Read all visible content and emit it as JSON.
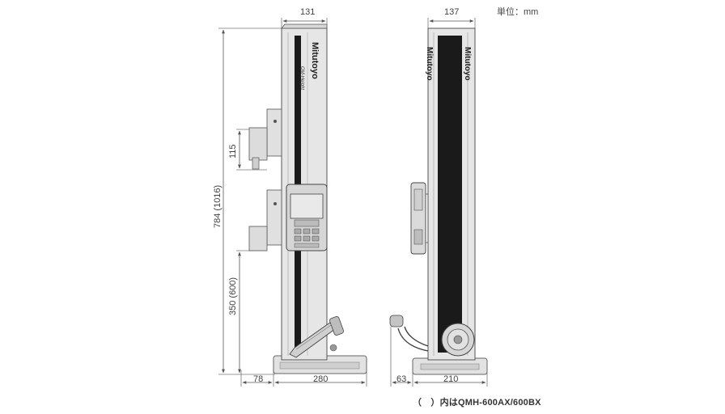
{
  "unit_label": "単位：mm",
  "dimensions": {
    "front_width": "131",
    "side_width": "137",
    "total_height": "784 (1016)",
    "slider_span": "115",
    "lower_height": "350 (600)",
    "front_base_left": "78",
    "front_base_width": "280",
    "side_base_left": "63",
    "side_base_width": "210"
  },
  "brand": "Mitutoyo",
  "model_label": "QM-Height",
  "footnote": "（　）内はQMH-600AX/600BX",
  "colors": {
    "line": "#555555",
    "body": "#e4e4e4",
    "dark": "#1a1a1a"
  }
}
